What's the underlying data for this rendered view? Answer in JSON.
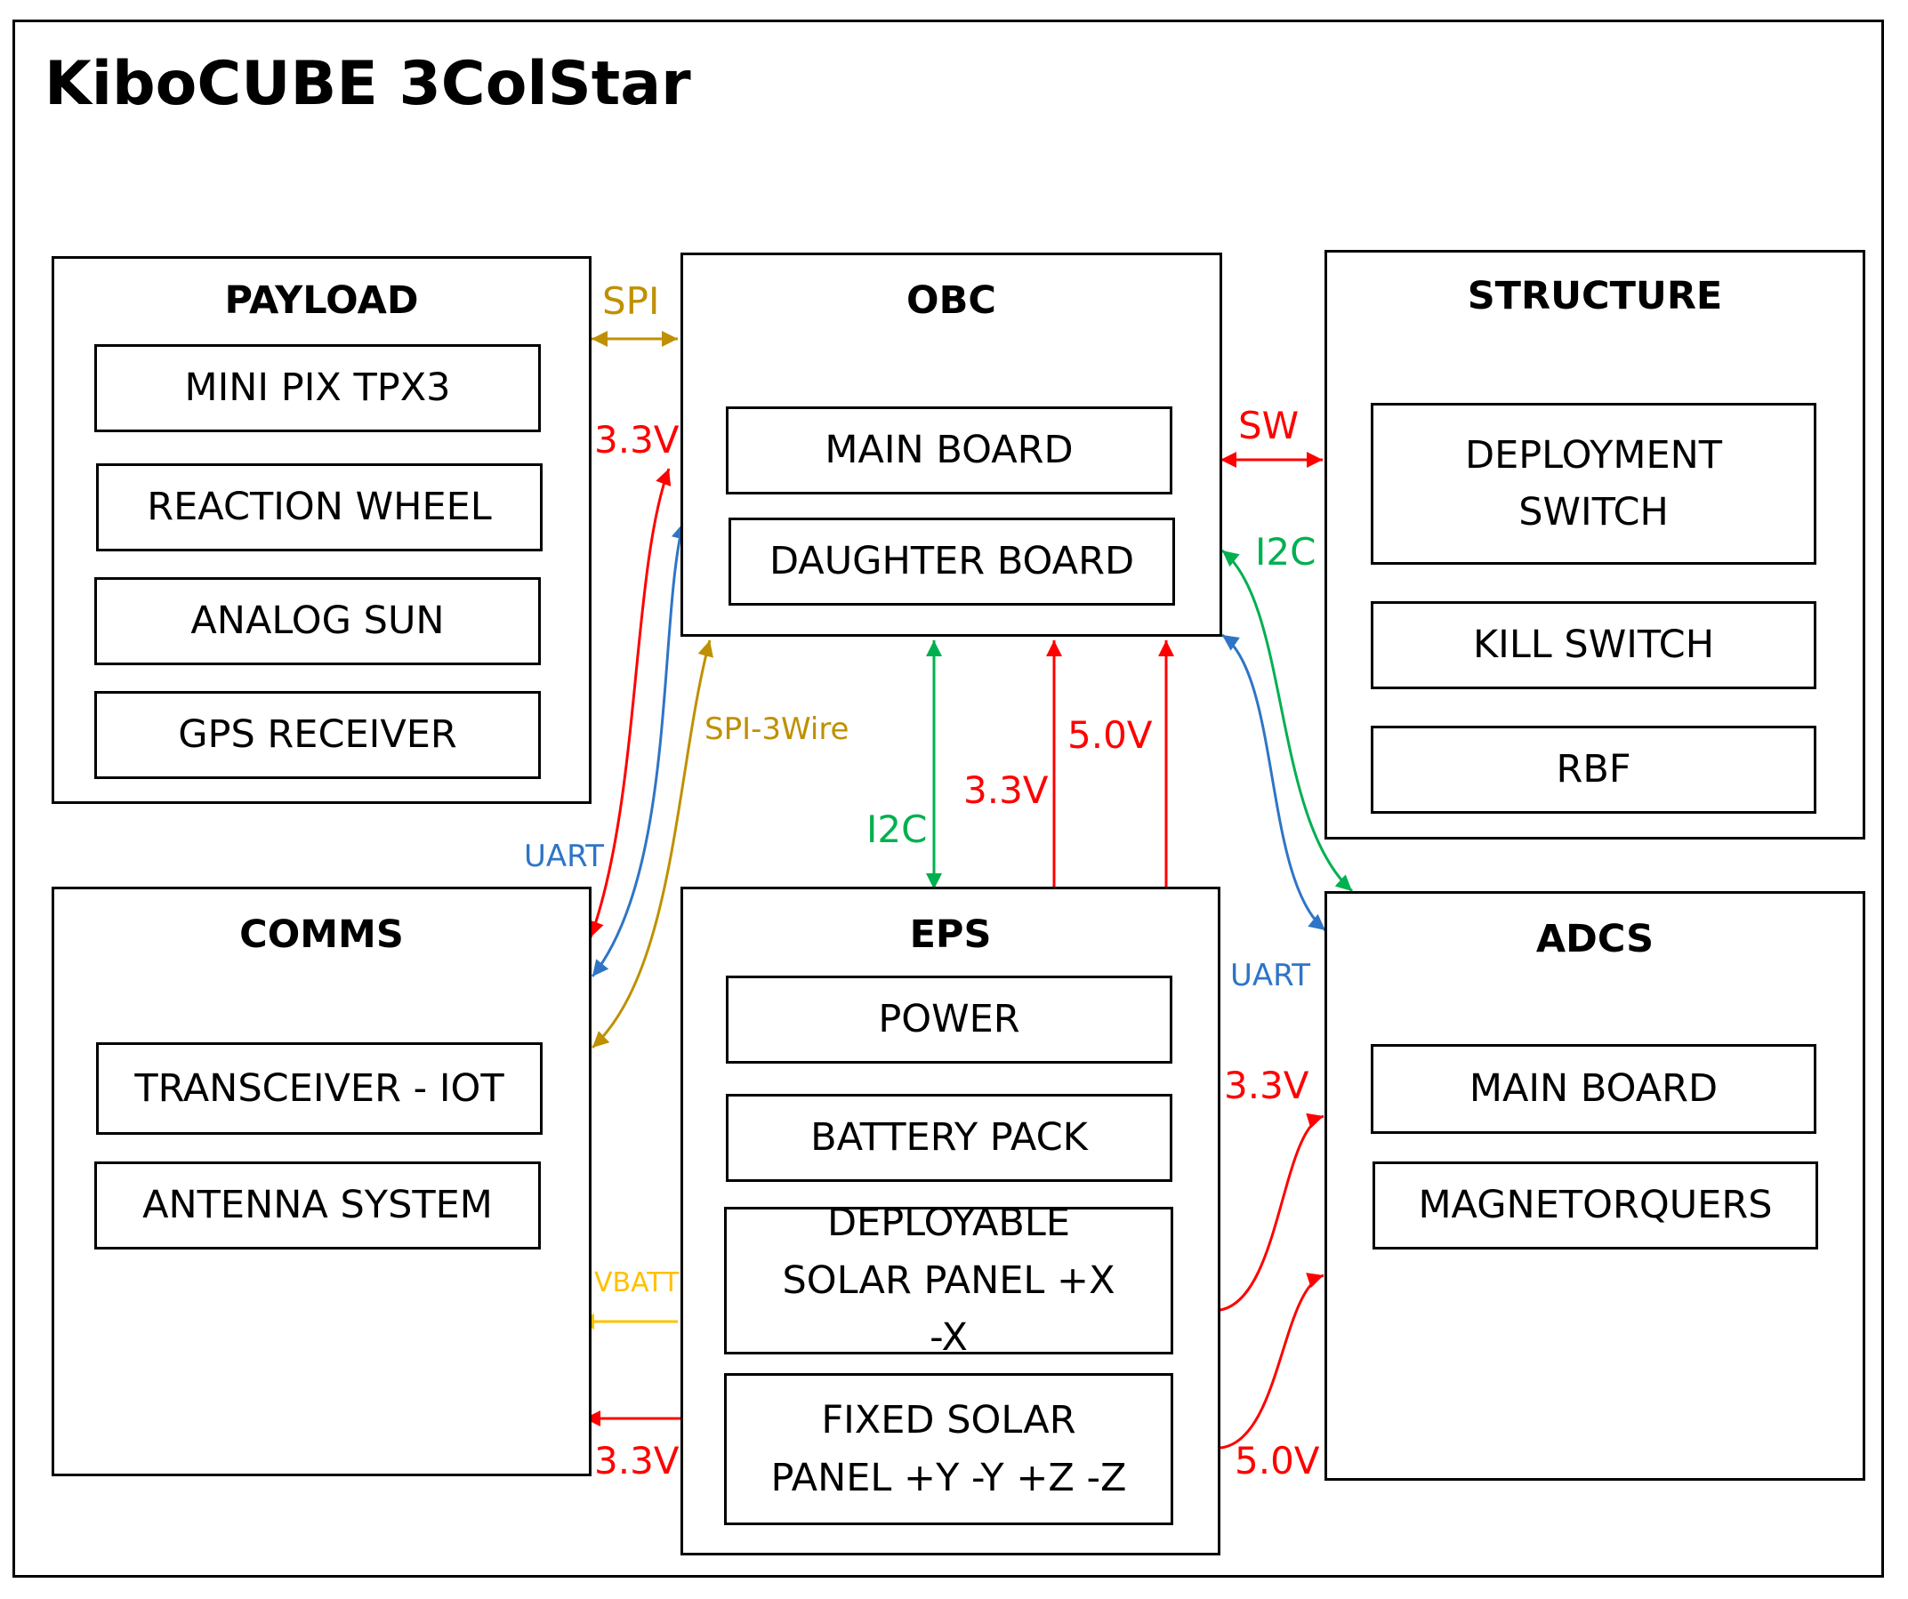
{
  "title": "KiboCUBE 3ColStar",
  "blocks": {
    "payload": {
      "title": "PAYLOAD",
      "items": [
        "MINI PIX TPX3",
        "REACTION WHEEL",
        "ANALOG SUN",
        "GPS RECEIVER"
      ]
    },
    "obc": {
      "title": "OBC",
      "items": [
        "MAIN BOARD",
        "DAUGHTER BOARD"
      ]
    },
    "structure": {
      "title": "STRUCTURE",
      "items": [
        "DEPLOYMENT SWITCH",
        "KILL SWITCH",
        "RBF"
      ]
    },
    "comms": {
      "title": "COMMS",
      "items": [
        "TRANSCEIVER - IOT",
        "ANTENNA SYSTEM"
      ]
    },
    "eps": {
      "title": "EPS",
      "items": [
        "POWER",
        "BATTERY PACK",
        "DEPLOYABLE SOLAR PANEL +X -X",
        "FIXED SOLAR PANEL +Y -Y +Z -Z"
      ]
    },
    "adcs": {
      "title": "ADCS",
      "items": [
        "MAIN BOARD",
        "MAGNETORQUERS"
      ]
    }
  },
  "connections": {
    "spi": "SPI",
    "v33_obc_comms": "3.3V",
    "sw": "SW",
    "i2c_obc_adcs": "I2C",
    "spi_3wire": "SPI-3Wire",
    "uart_comms": "UART",
    "i2c_obc_eps": "I2C",
    "v33_eps_obc": "3.3V",
    "v50_eps_obc": "5.0V",
    "uart_adcs": "UART",
    "v33_eps_adcs": "3.3V",
    "vbatt": "VBATT",
    "v33_eps_comms": "3.3V",
    "v50_eps_adcs": "5.0V"
  },
  "colors": {
    "power": "#ff0000",
    "i2c": "#00b050",
    "uart": "#2e75c6",
    "spi": "#bf9000",
    "vbatt": "#ffc000"
  }
}
